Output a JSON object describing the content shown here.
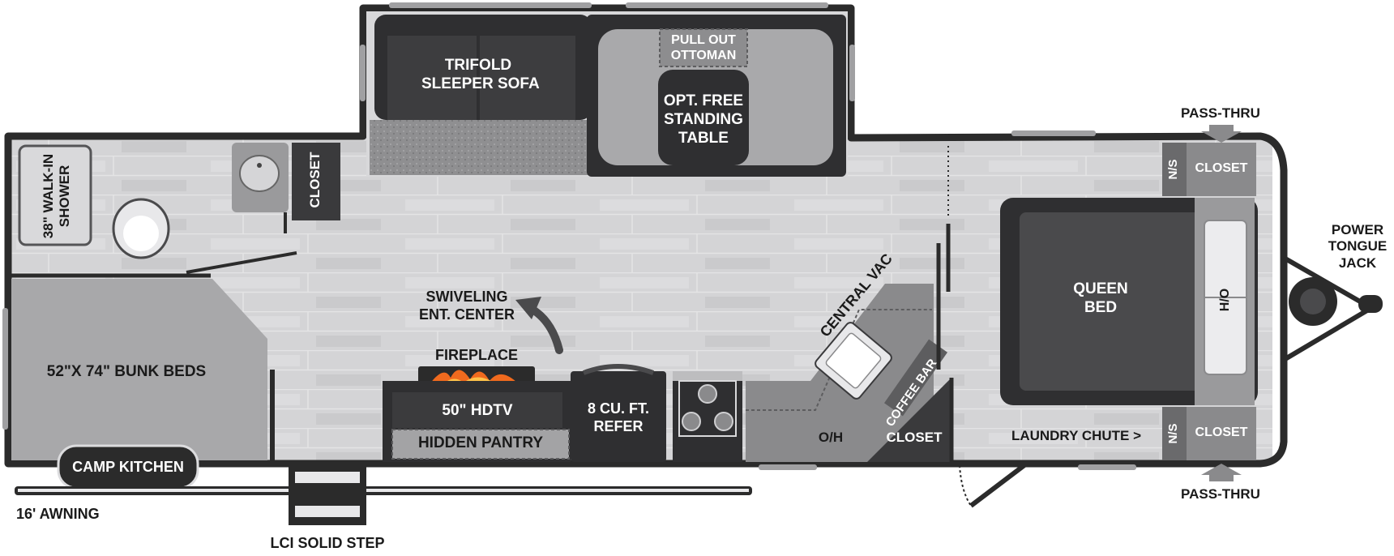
{
  "title": "",
  "labels": {
    "trifold_sofa": [
      "TRIFOLD",
      "SLEEPER SOFA"
    ],
    "pull_out_ottoman": [
      "PULL OUT",
      "OTTOMAN"
    ],
    "free_standing_table": [
      "OPT. FREE",
      "STANDING",
      "TABLE"
    ],
    "walk_in_shower": [
      "38\" WALK-IN",
      "SHOWER"
    ],
    "bath_closet": "CLOSET",
    "bunk_beds": "52\"X 74\" BUNK BEDS",
    "swiveling_ent_center": [
      "SWIVELING",
      "ENT. CENTER"
    ],
    "fireplace": "FIREPLACE",
    "hdtv": "50\" HDTV",
    "hidden_pantry": "HIDDEN PANTRY",
    "refer": [
      "8 CU. FT.",
      "REFER"
    ],
    "central_vac": "CENTRAL VAC",
    "coffee_bar": "COFFEE BAR",
    "oh": "O/H",
    "kitchen_closet": "CLOSET",
    "laundry_chute": "LAUNDRY CHUTE >",
    "ns_top": "N/S",
    "ns_bottom": "N/S",
    "closet_top": "CLOSET",
    "closet_bottom": "CLOSET",
    "queen_bed": [
      "QUEEN",
      "BED"
    ],
    "ho": "H/O",
    "pass_thru_top": "PASS-THRU",
    "pass_thru_bottom": "PASS-THRU",
    "power_tongue_jack": [
      "POWER",
      "TONGUE",
      "JACK"
    ],
    "camp_kitchen": "CAMP KITCHEN",
    "awning": "16' AWNING",
    "solid_step": "LCI SOLID STEP"
  },
  "colors": {
    "wall": "#2b2b2b",
    "floor": "#d4d4d6",
    "floor_line": "#e9e9ea",
    "dark_furniture": "#3a3a3c",
    "mid_gray": "#7a7a7c",
    "light_gray": "#bdbdbf",
    "bed_dark": "#4a4a4c",
    "flame": "#f06a1e"
  }
}
